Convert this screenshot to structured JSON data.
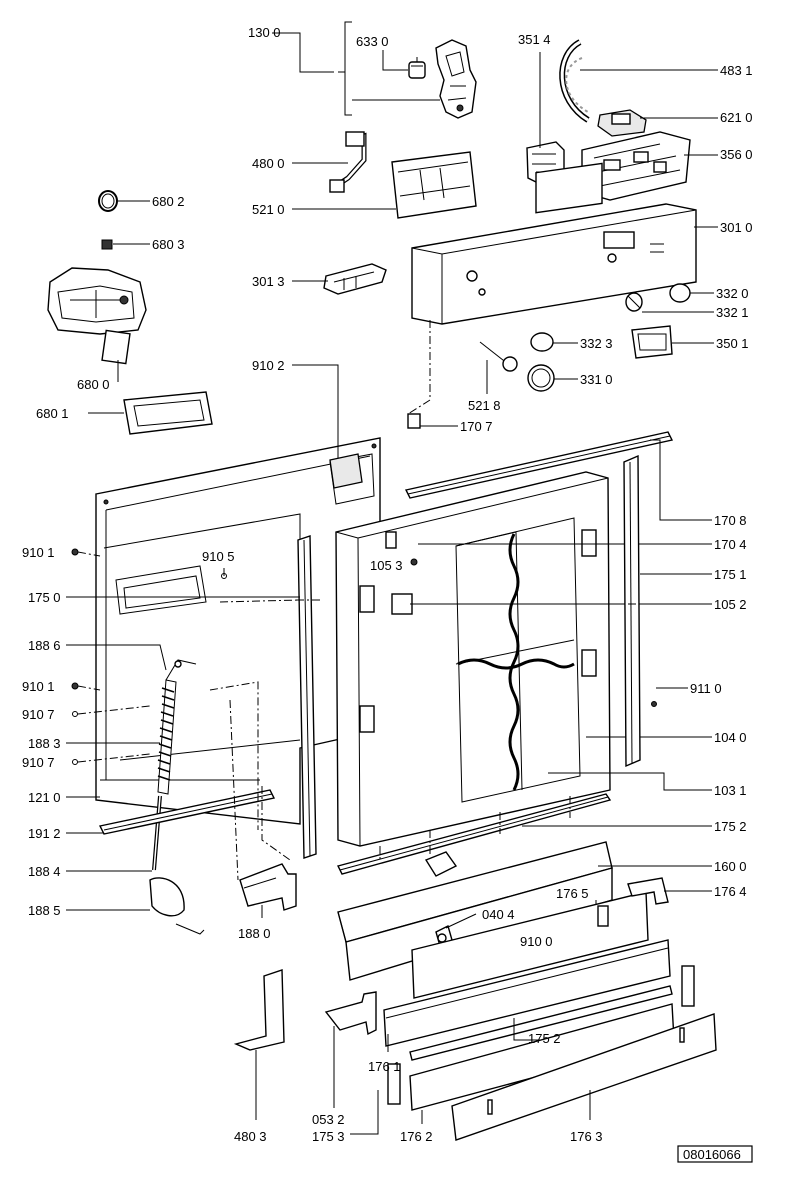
{
  "diagram": {
    "labels": {
      "l1300": "130 0",
      "l6330": "633 0",
      "l3514": "351 4",
      "l4831": "483 1",
      "l6210": "621 0",
      "l4800": "480 0",
      "l3560": "356 0",
      "l6802": "680 2",
      "l5210": "521 0",
      "l6803": "680 3",
      "l3010": "301 0",
      "l3013": "301 3",
      "l3320": "332 0",
      "l3321": "332 1",
      "l6800": "680 0",
      "l3323": "332 3",
      "l3501": "350 1",
      "l9102": "910 2",
      "l3310": "331 0",
      "l5218": "521 8",
      "l6801": "680 1",
      "l1707": "170 7",
      "l1708": "170 8",
      "l9101a": "910 1",
      "l9105": "910 5",
      "l1704": "170 4",
      "l1053": "105 3",
      "l1751": "175 1",
      "l1750": "175 0",
      "l1052": "105 2",
      "l1886": "188 6",
      "l9101b": "910 1",
      "l9110": "911 0",
      "l9107a": "910 7",
      "l1883": "188 3",
      "l1040": "104 0",
      "l9107b": "910 7",
      "l1210": "121 0",
      "l1031": "103 1",
      "l1912": "191 2",
      "l1752a": "175 2",
      "l1884": "188 4",
      "l1600": "160 0",
      "l1765": "176 5",
      "l1764": "176 4",
      "l1885": "188 5",
      "l0404": "040 4",
      "l1880": "188 0",
      "l9100": "910 0",
      "l1752b": "175 2",
      "l1761": "176 1",
      "l0532": "053 2",
      "l4803": "480 3",
      "l1753": "175 3",
      "l1762": "176 2",
      "l1763": "176 3"
    },
    "drawing_number": "08016066"
  }
}
